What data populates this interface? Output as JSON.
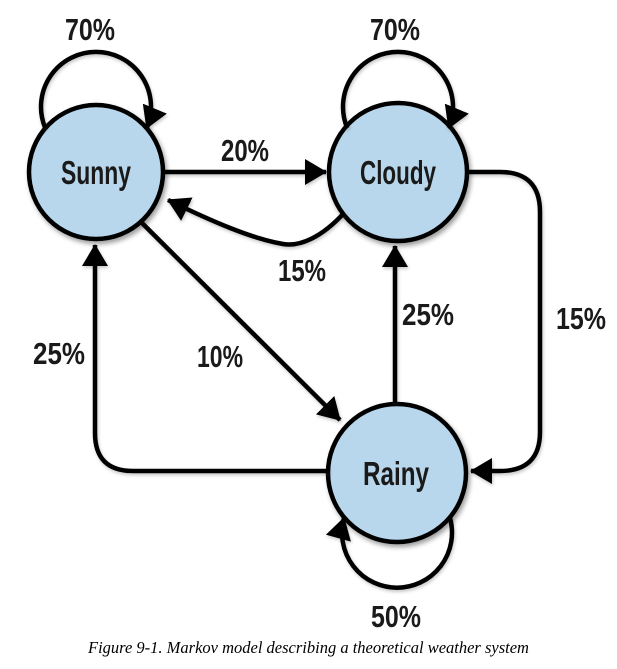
{
  "figure": {
    "caption": "Figure 9-1. Markov model describing a theoretical weather system"
  },
  "colors": {
    "state_fill": "#b9d7ec",
    "state_stroke": "#000000",
    "arrow_color": "#000000",
    "background": "#ffffff"
  },
  "states": [
    {
      "id": "sunny",
      "label": "Sunny"
    },
    {
      "id": "cloudy",
      "label": "Cloudy"
    },
    {
      "id": "rainy",
      "label": "Rainy"
    }
  ],
  "transitions": [
    {
      "from": "Sunny",
      "to": "Sunny",
      "label": "70%"
    },
    {
      "from": "Cloudy",
      "to": "Cloudy",
      "label": "70%"
    },
    {
      "from": "Rainy",
      "to": "Rainy",
      "label": "50%"
    },
    {
      "from": "Sunny",
      "to": "Cloudy",
      "label": "20%"
    },
    {
      "from": "Cloudy",
      "to": "Sunny",
      "label": "15%"
    },
    {
      "from": "Sunny",
      "to": "Rainy",
      "label": "10%"
    },
    {
      "from": "Rainy",
      "to": "Cloudy",
      "label": "25%"
    },
    {
      "from": "Cloudy",
      "to": "Rainy",
      "label": "15%"
    },
    {
      "from": "Rainy",
      "to": "Sunny",
      "label": "25%"
    }
  ]
}
